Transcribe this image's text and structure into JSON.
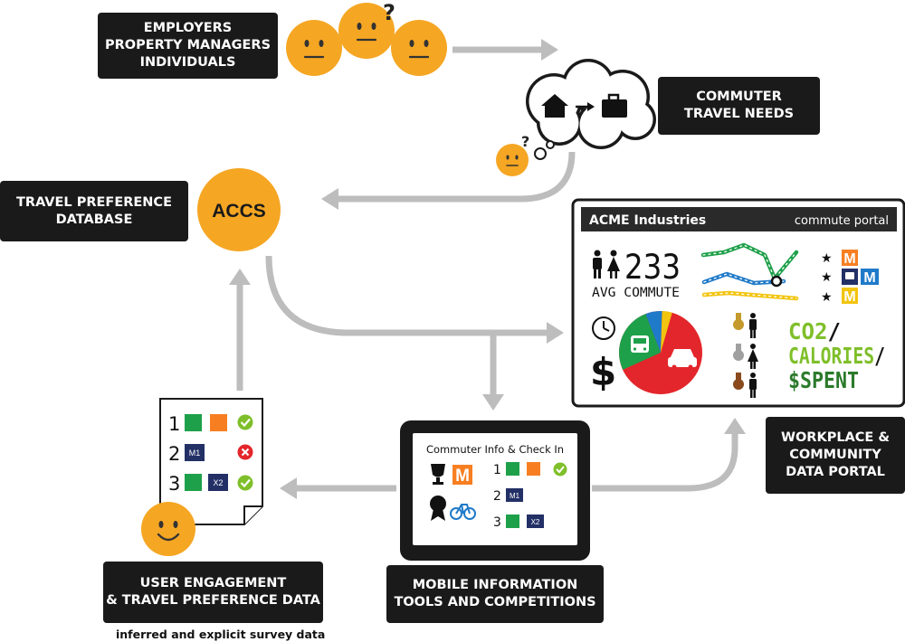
{
  "labels": {
    "stakeholders": [
      "EMPLOYERS",
      "PROPERTY MANAGERS",
      "INDIVIDUALS"
    ],
    "commuter_needs": [
      "COMMUTER",
      "TRAVEL NEEDS"
    ],
    "travel_db": [
      "TRAVEL PREFERENCE",
      "DATABASE"
    ],
    "workplace": [
      "WORKPLACE &",
      "COMMUNITY",
      "DATA PORTAL"
    ],
    "engagement": [
      "USER ENGAGEMENT",
      "& TRAVEL PREFERENCE DATA"
    ],
    "mobile": [
      "MOBILE INFORMATION",
      "TOOLS AND COMPETITIONS"
    ]
  },
  "caption": "inferred and explicit survey data",
  "hub": "ACCS",
  "portal": {
    "company": "ACME Industries",
    "subtitle": "commute portal",
    "avg_value": "233",
    "avg_label": "AVG COMMUTE",
    "metric1": "CO2/",
    "metric2": "CALORIES/",
    "metric3": "$SPENT",
    "dollar": "$",
    "m_label": "M"
  },
  "mobile_screen": {
    "title": "Commuter Info & Check In",
    "badge": "M",
    "rows": [
      {
        "num": "1",
        "icon": ""
      },
      {
        "num": "2",
        "icon": "M1"
      },
      {
        "num": "3",
        "icon": "X2"
      }
    ]
  },
  "survey": {
    "rows": [
      {
        "num": "1",
        "icon": "",
        "status": "check"
      },
      {
        "num": "2",
        "icon": "M1",
        "status": "cross"
      },
      {
        "num": "3",
        "icon": "X2",
        "status": "check"
      }
    ]
  },
  "colors": {
    "orange": "#f5a623",
    "arrow": "#bdbdbd",
    "dark": "#1a1a1a",
    "green": "#1ea04a",
    "blue": "#1f7ac9",
    "yellow": "#f2c40f",
    "red": "#e3262b",
    "navy": "#233066",
    "lime": "#7fbf2a"
  }
}
